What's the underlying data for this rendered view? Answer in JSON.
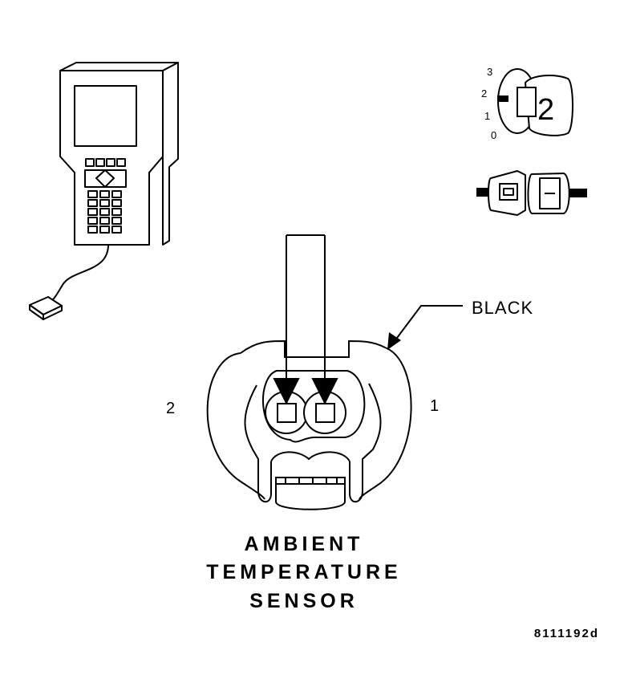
{
  "ignition_key": {
    "positions": [
      "3",
      "2",
      "1",
      "0"
    ],
    "selected": "2"
  },
  "connector": {
    "pin_left": "2",
    "pin_right": "1",
    "color_label": "BLACK"
  },
  "title": {
    "line1": "AMBIENT",
    "line2": "TEMPERATURE",
    "line3": "SENSOR"
  },
  "figure_id": "8111192d"
}
